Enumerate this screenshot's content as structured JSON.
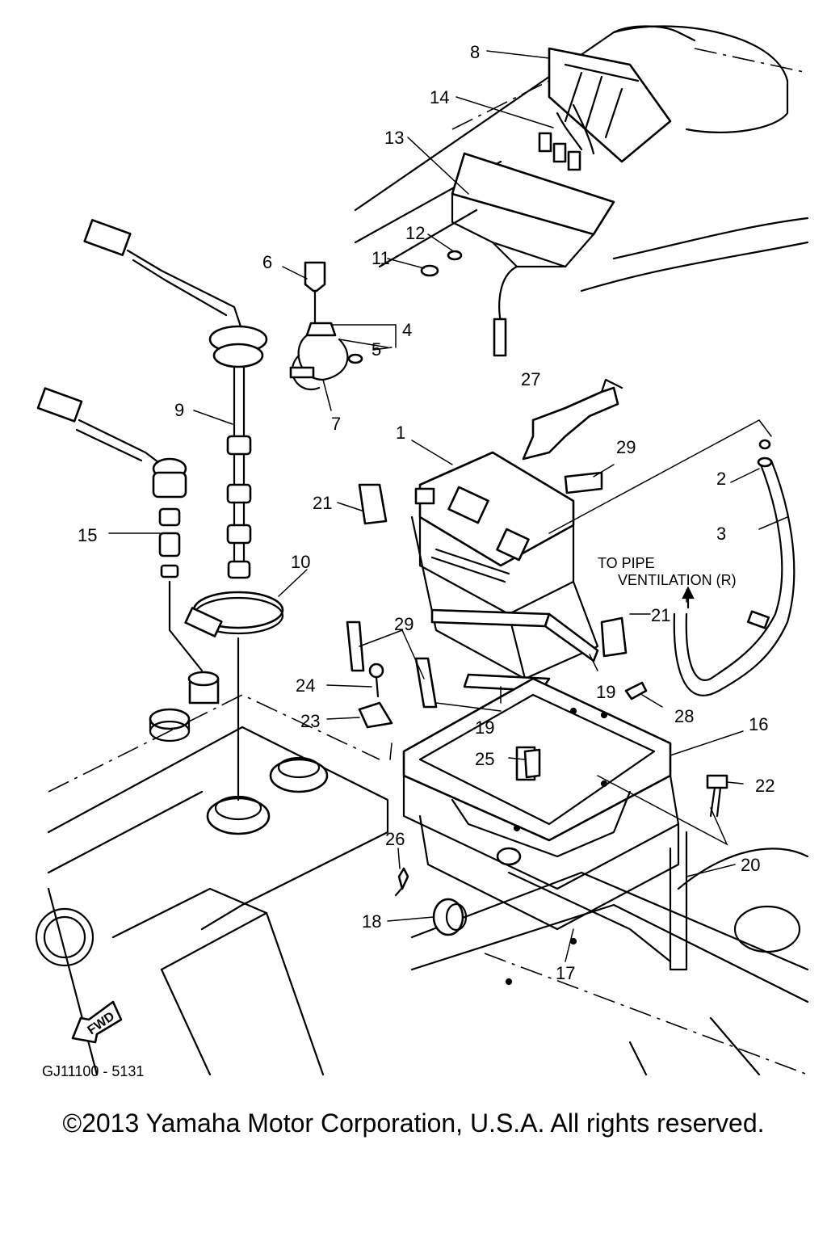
{
  "callouts": [
    "1",
    "2",
    "3",
    "4",
    "5",
    "6",
    "7",
    "8",
    "9",
    "10",
    "11",
    "12",
    "13",
    "14",
    "15",
    "16",
    "17",
    "18",
    "19",
    "19",
    "20",
    "21",
    "21",
    "22",
    "23",
    "24",
    "25",
    "26",
    "27",
    "28",
    "29",
    "29"
  ],
  "note": {
    "line1": "TO PIPE",
    "line2": "VENTILATION (R)"
  },
  "fwd_label": "FWD",
  "drawing_code": "GJ11100 - 5131",
  "copyright": "©2013 Yamaha Motor Corporation, U.S.A. All rights reserved."
}
